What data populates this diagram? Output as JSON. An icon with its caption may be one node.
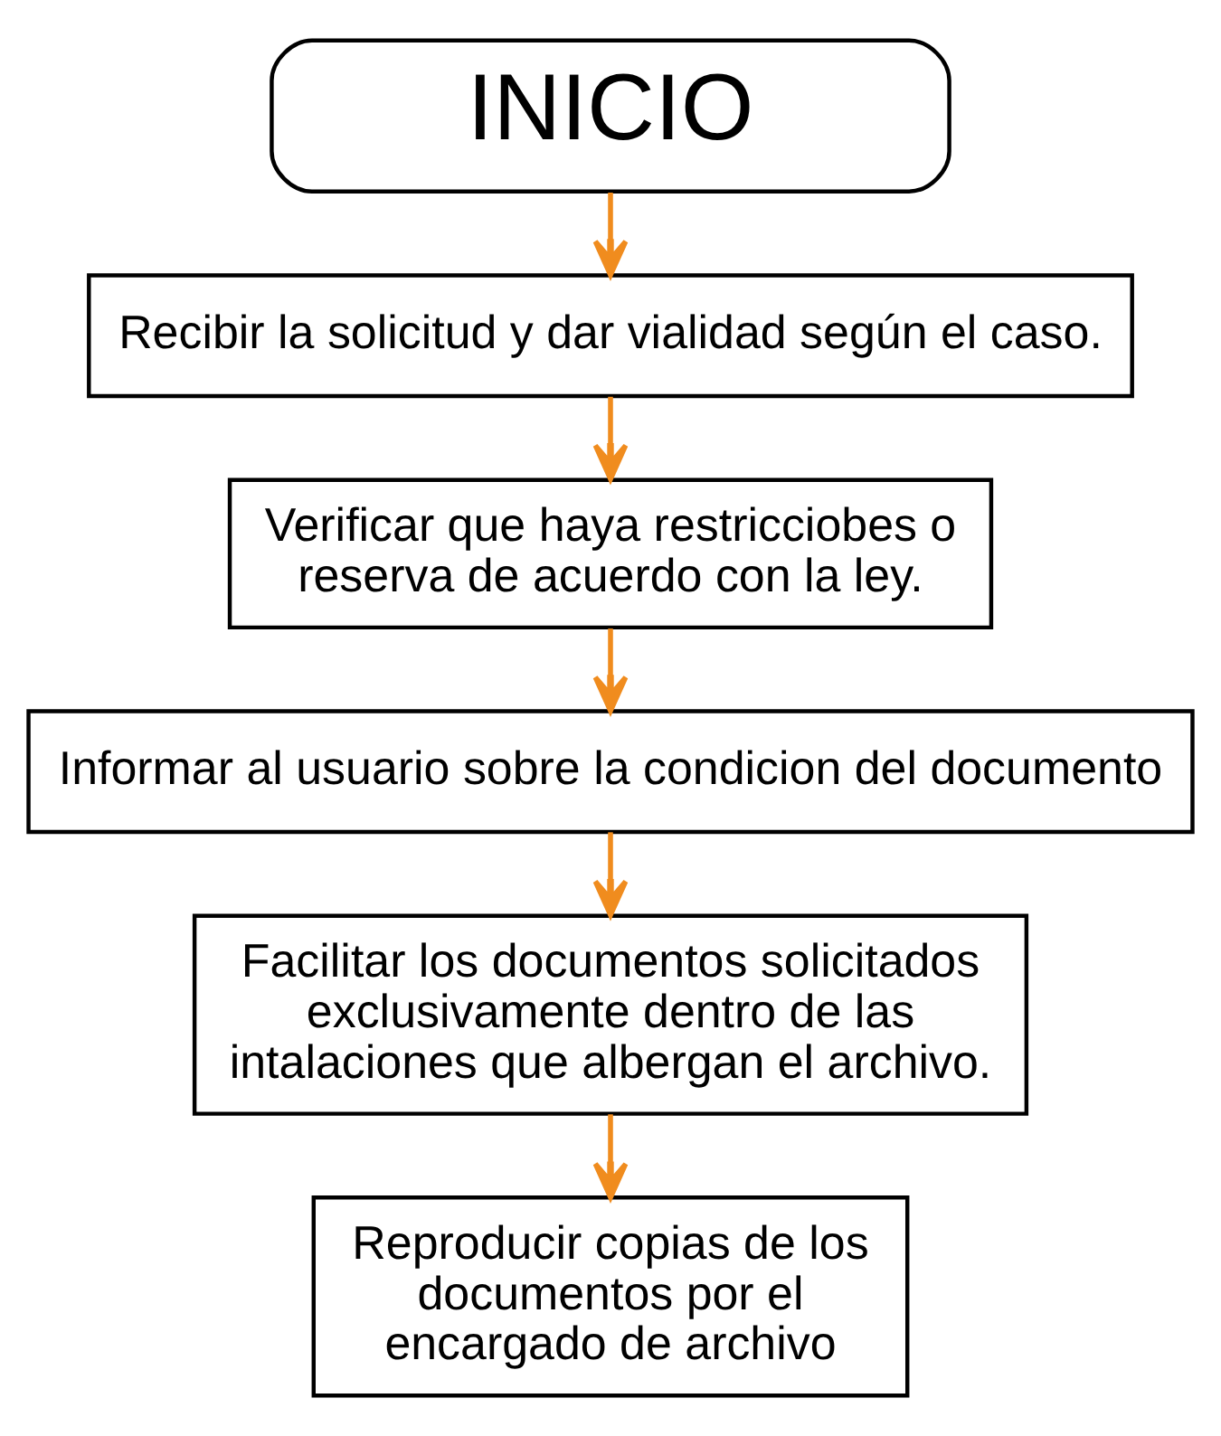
{
  "diagram": {
    "nodes": [
      {
        "text": [
          "INICIO"
        ]
      },
      {
        "text": [
          "Recibir la solicitud y dar vialidad según el caso."
        ]
      },
      {
        "text": [
          "Verificar que haya restricciobes o reserva de acuerdo con la ley."
        ]
      },
      {
        "text": [
          "Informar al usuario sobre la condicion del documento"
        ]
      },
      {
        "text": [
          "Facilitar los documentos solicitados exclusivamente dentro de las intalaciones que albergan el archivo."
        ]
      },
      {
        "text": [
          "Reproducir copias de los documentos por el encargado de archivo"
        ]
      }
    ],
    "edges": [
      {
        "from": 0,
        "to": 1,
        "arrow": "to"
      },
      {
        "from": 1,
        "to": 2,
        "arrow": "to"
      },
      {
        "from": 2,
        "to": 3,
        "arrow": "to"
      },
      {
        "from": 3,
        "to": 4,
        "arrow": "to"
      },
      {
        "from": 4,
        "to": 5,
        "arrow": "to"
      }
    ]
  }
}
